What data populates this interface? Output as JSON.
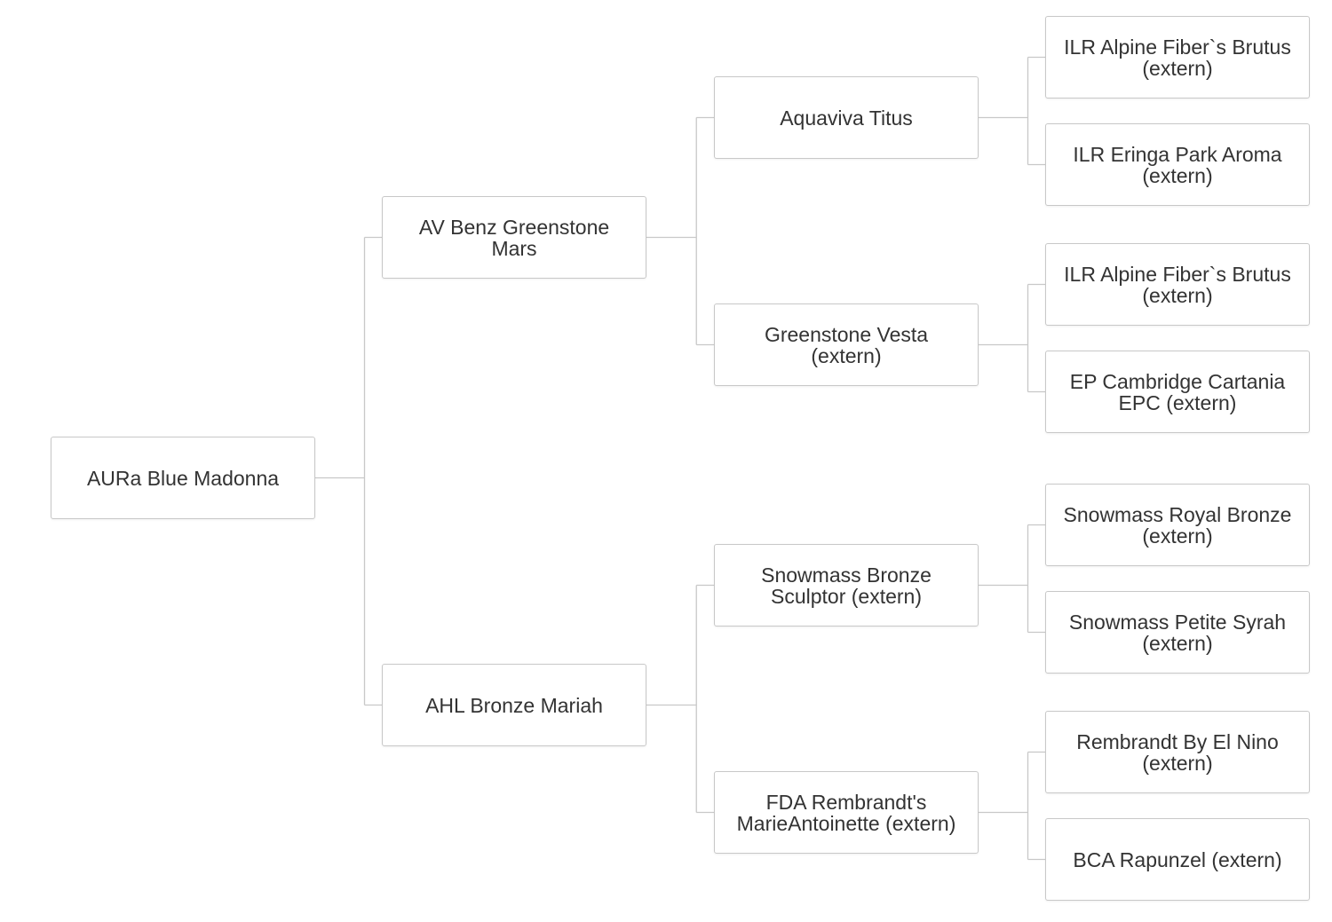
{
  "pedigree": {
    "root": {
      "name": "AURa Blue Madonna"
    },
    "sire": {
      "name": "AV Benz Greenstone Mars"
    },
    "dam": {
      "name": "AHL Bronze Mariah"
    },
    "sire_sire": {
      "name": "Aquaviva Titus"
    },
    "sire_dam": {
      "name": "Greenstone Vesta (extern)"
    },
    "dam_sire": {
      "name": "Snowmass Bronze Sculptor (extern)"
    },
    "dam_dam": {
      "name": "FDA Rembrandt's MarieAntoinette (extern)"
    },
    "sire_sire_sire": {
      "name": "ILR Alpine Fiber`s Brutus (extern)"
    },
    "sire_sire_dam": {
      "name": "ILR Eringa Park Aroma (extern)"
    },
    "sire_dam_sire": {
      "name": "ILR Alpine Fiber`s Brutus (extern)"
    },
    "sire_dam_dam": {
      "name": "EP Cambridge Cartania EPC (extern)"
    },
    "dam_sire_sire": {
      "name": "Snowmass Royal Bronze (extern)"
    },
    "dam_sire_dam": {
      "name": "Snowmass Petite Syrah (extern)"
    },
    "dam_dam_sire": {
      "name": "Rembrandt By El Nino (extern)"
    },
    "dam_dam_dam": {
      "name": "BCA Rapunzel (extern)"
    }
  },
  "colors": {
    "border": "#c8c8c8",
    "connector": "#c8c8c8",
    "text": "#333333"
  }
}
